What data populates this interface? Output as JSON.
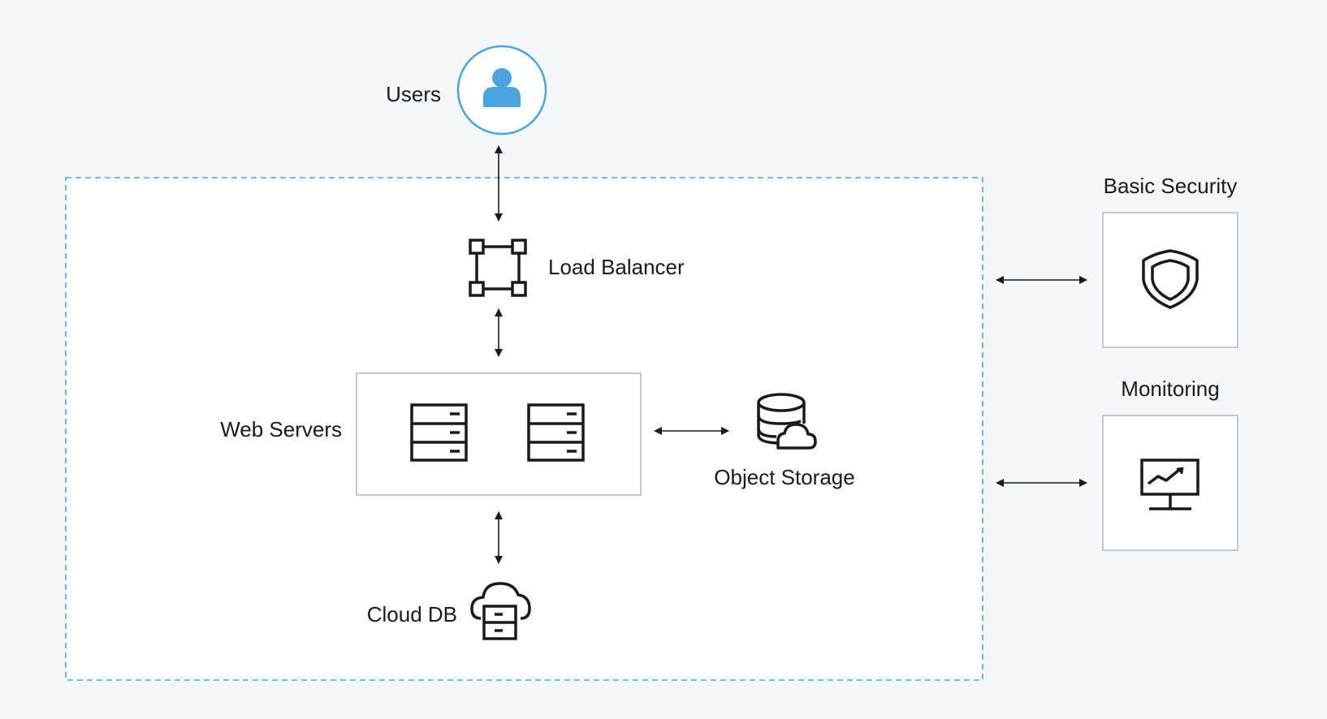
{
  "nodes": {
    "users": {
      "label": "Users",
      "icon": "user-icon"
    },
    "load_balancer": {
      "label": "Load Balancer",
      "icon": "load-balancer-icon"
    },
    "web_servers": {
      "label": "Web Servers",
      "icon": "server-icon"
    },
    "object_storage": {
      "label": "Object Storage",
      "icon": "database-cloud-icon"
    },
    "cloud_db": {
      "label": "Cloud DB",
      "icon": "cloud-database-icon"
    },
    "basic_security": {
      "label": "Basic Security",
      "icon": "shield-icon"
    },
    "monitoring": {
      "label": "Monitoring",
      "icon": "monitor-chart-icon"
    }
  },
  "connections": [
    {
      "from": "users",
      "to": "load_balancer",
      "direction": "bidirectional"
    },
    {
      "from": "load_balancer",
      "to": "web_servers",
      "direction": "bidirectional"
    },
    {
      "from": "web_servers",
      "to": "object_storage",
      "direction": "bidirectional"
    },
    {
      "from": "web_servers",
      "to": "cloud_db",
      "direction": "bidirectional"
    },
    {
      "from": "system",
      "to": "basic_security",
      "direction": "bidirectional"
    },
    {
      "from": "system",
      "to": "monitoring",
      "direction": "bidirectional"
    }
  ],
  "colors": {
    "background": "#f5f7f8",
    "accent_blue": "#4aa5e0",
    "stroke_dark": "#1a1a1a",
    "box_border": "#c8c8c8",
    "box_fill": "#ffffff"
  }
}
